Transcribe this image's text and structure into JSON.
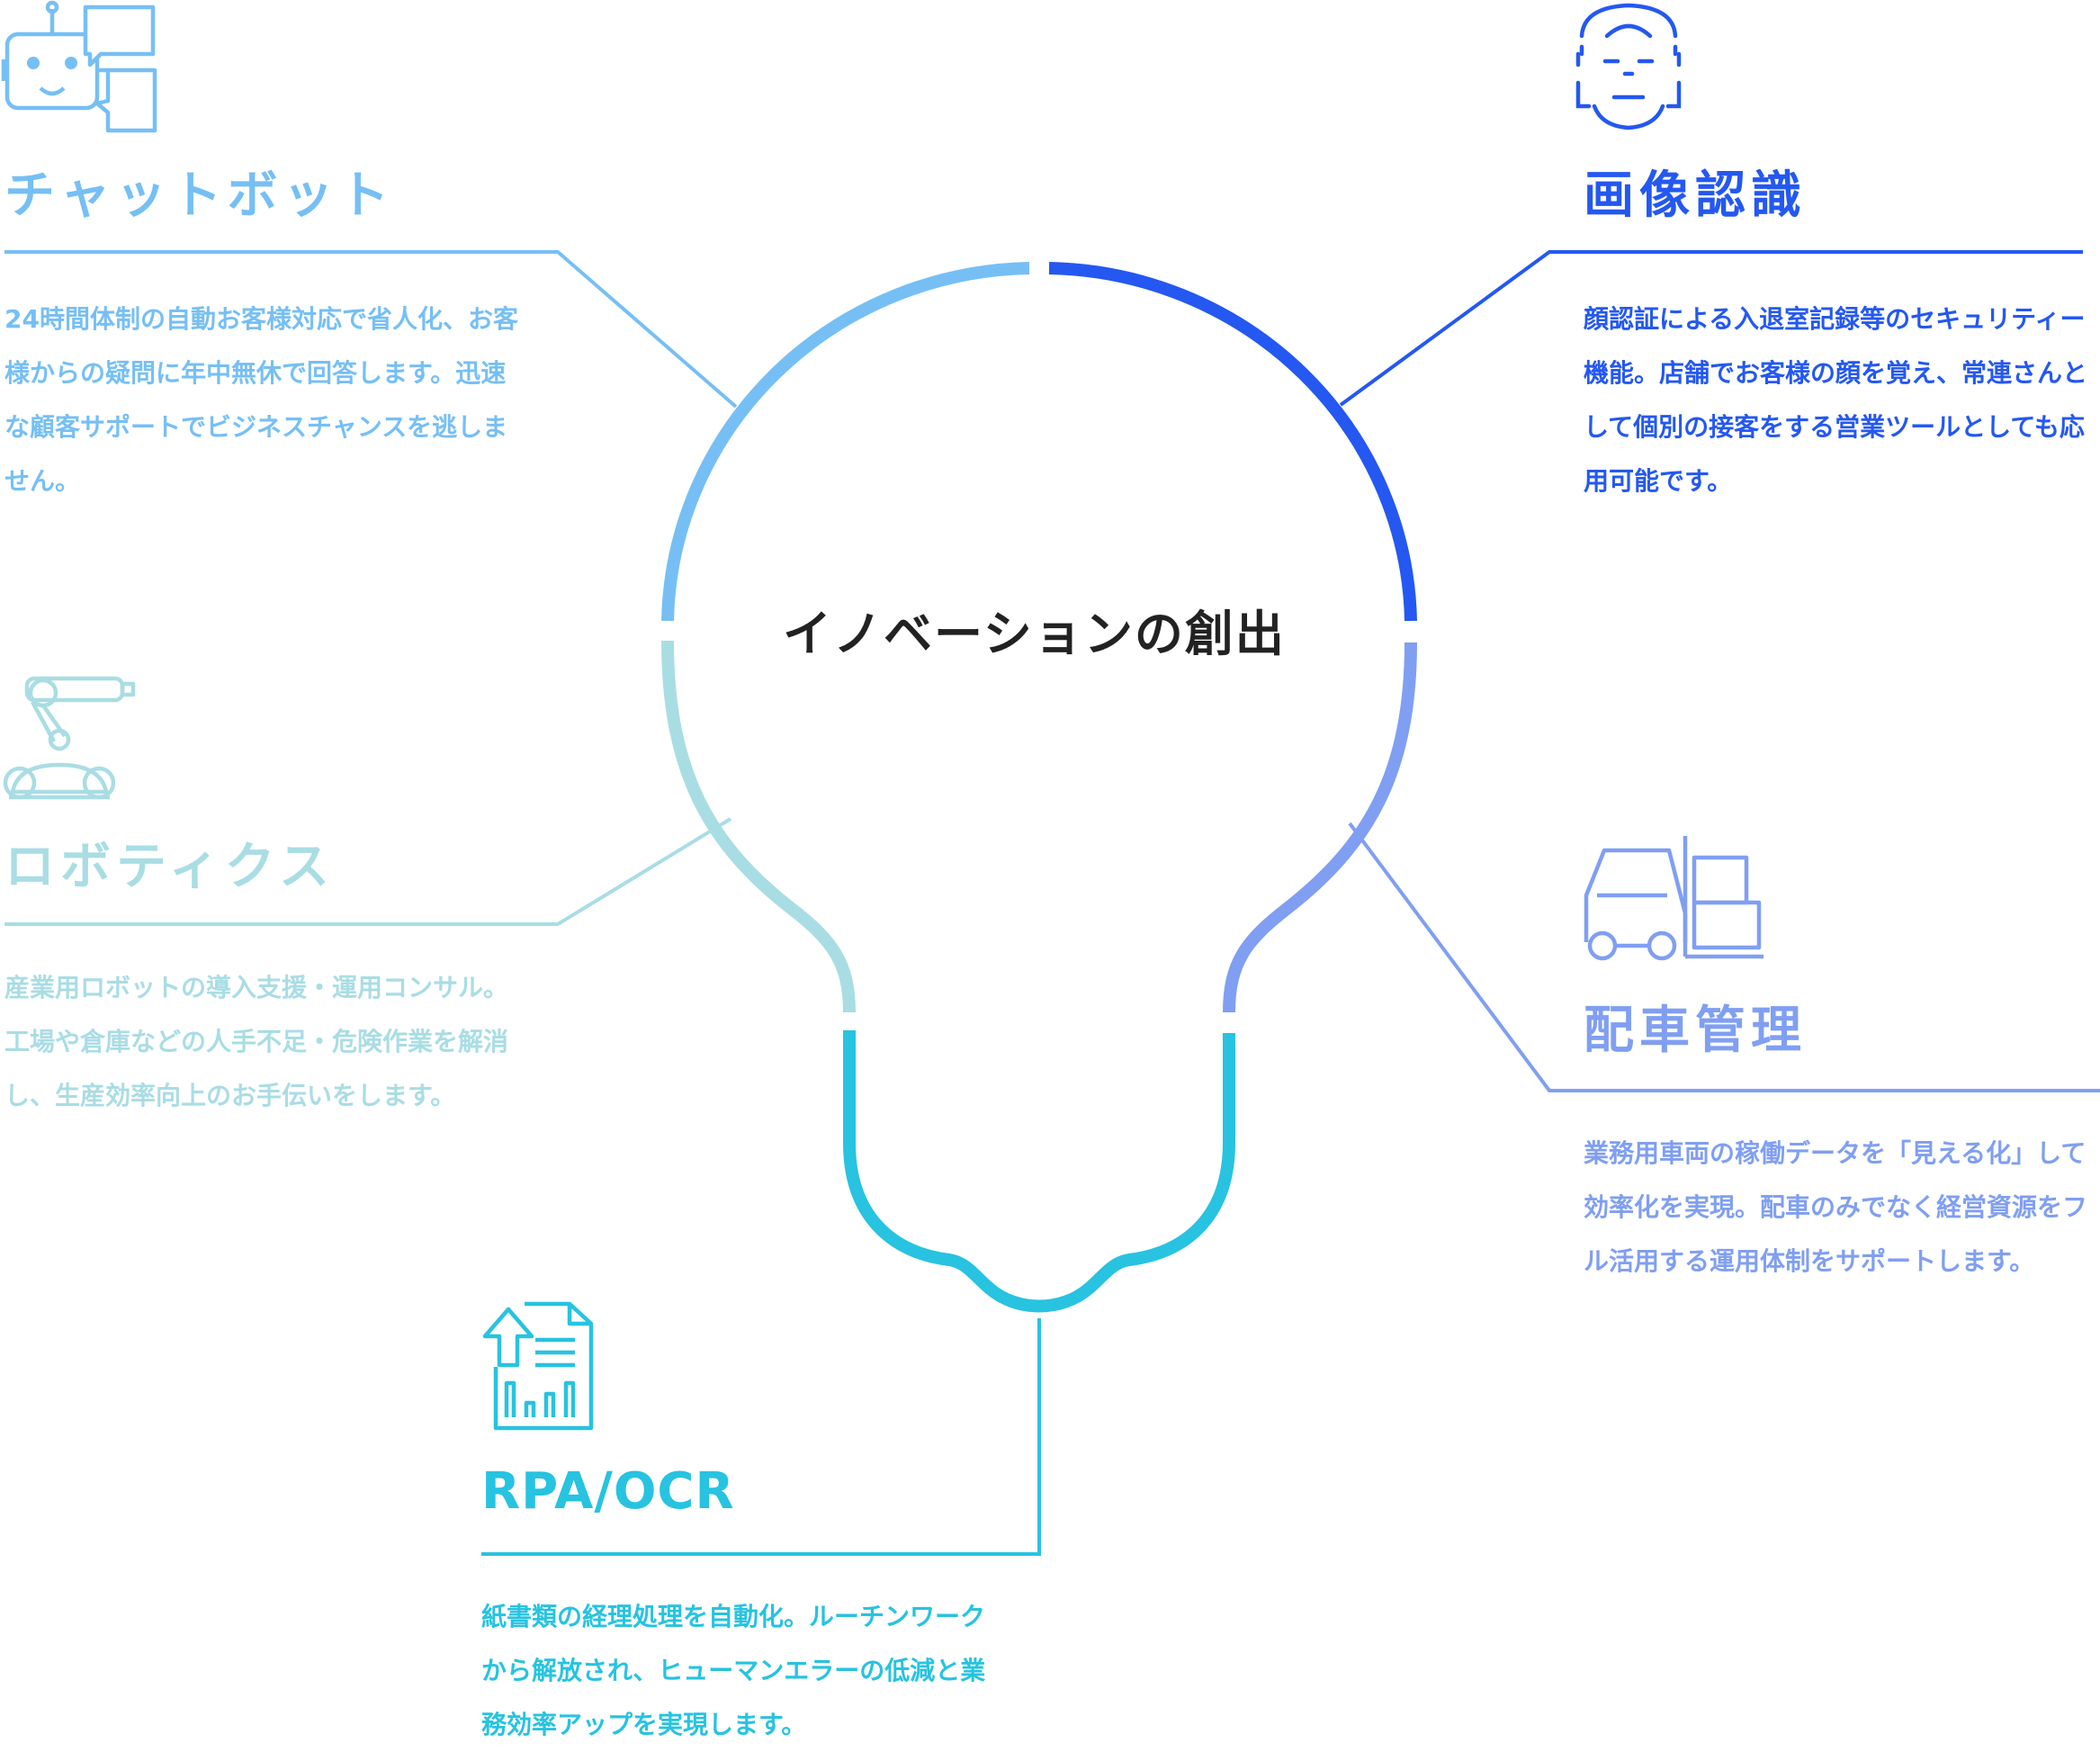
{
  "center": {
    "title": "イノベーションの創出"
  },
  "colors": {
    "chatbot": "#76bff5",
    "image_recognition": "#2458f0",
    "robotics": "#a9dde4",
    "dispatch": "#809ff2",
    "rpa": "#27c3e0",
    "center_text": "#222222"
  },
  "sections": {
    "chatbot": {
      "icon": "chatbot-robot-icon",
      "title": "チャットボット",
      "desc": "24時間体制の自動お客様対応で省人化、お客様からの疑問に年中無休で回答します。迅速な顧客サポートでビジネスチャンスを逃しません。"
    },
    "image_recognition": {
      "icon": "face-scan-icon",
      "title": "画像認識",
      "desc": "顔認証による入退室記録等のセキュリティー機能。店舗でお客様の顔を覚え、常連さんとして個別の接客をする営業ツールとしても応用可能です。"
    },
    "robotics": {
      "icon": "robot-arm-icon",
      "title": "ロボティクス",
      "desc": "産業用ロボットの導入支援・運用コンサル。工場や倉庫などの人手不足・危険作業を解消し、生産効率向上のお手伝いをします。"
    },
    "dispatch": {
      "icon": "forklift-icon",
      "title": "配車管理",
      "desc": "業務用車両の稼働データを「見える化」して効率化を実現。配車のみでなく経営資源をフル活用する運用体制をサポートします。"
    },
    "rpa": {
      "icon": "document-upload-icon",
      "title": "RPA/OCR",
      "desc": "紙書類の経理処理を自動化。ルーチンワークから解放され、ヒューマンエラーの低減と業務効率アップを実現します。"
    }
  }
}
